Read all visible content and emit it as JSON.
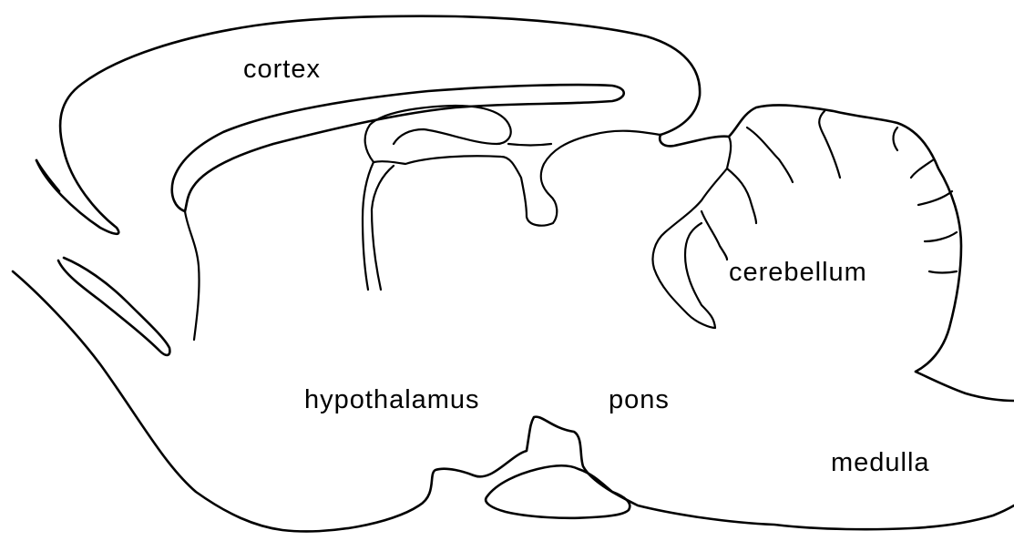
{
  "labels": {
    "cortex": "cortex",
    "cerebellum": "cerebellum",
    "hypothalamus": "hypothalamus",
    "pons": "pons",
    "medulla": "medulla"
  }
}
